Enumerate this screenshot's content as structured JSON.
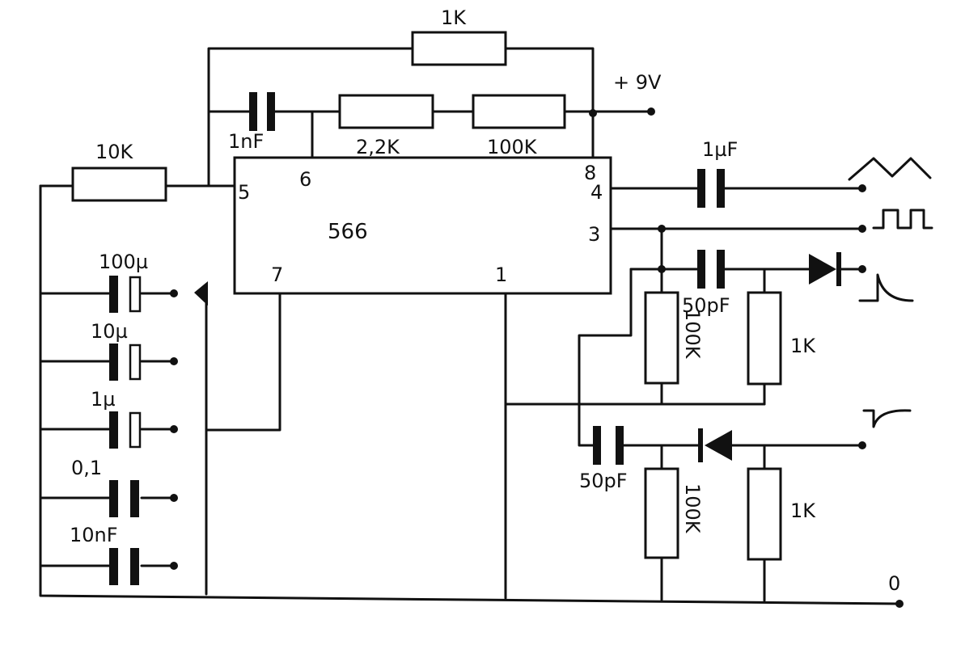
{
  "supply": {
    "label": "+ 9V"
  },
  "ground": {
    "label": "0"
  },
  "ic": {
    "name": "566",
    "pins": {
      "p5": "5",
      "p6": "6",
      "p7": "7",
      "p8": "8",
      "p4": "4",
      "p3": "3",
      "p1": "1"
    }
  },
  "top": {
    "feedback_resistor": "1K",
    "cap_1nf": "1nF",
    "r_2k2": "2,2K",
    "r_100k": "100K"
  },
  "left": {
    "r_10k": "10K"
  },
  "range_caps": [
    "100µ",
    "10µ",
    "1µ",
    "0,1",
    "10nF"
  ],
  "outputs": {
    "cap_1uf": "1µF",
    "upper": {
      "cap": "50pF",
      "r_left": "100K",
      "r_right": "1K"
    },
    "lower": {
      "cap": "50pF",
      "r_left": "100K",
      "r_right": "1K"
    }
  },
  "waveforms": [
    "triangle-wave-icon",
    "square-wave-icon",
    "positive-pulse-icon",
    "negative-pulse-icon"
  ]
}
